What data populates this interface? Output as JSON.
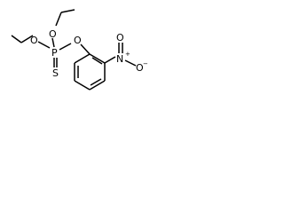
{
  "molecule": {
    "atoms": {
      "o_top": "O",
      "o_left": "O",
      "o_right": "O",
      "p": "P",
      "s": "S",
      "n": "N",
      "o_nitro_top": "O",
      "o_nitro_right": "O",
      "n_charge": "+",
      "o_charge": "−"
    }
  }
}
